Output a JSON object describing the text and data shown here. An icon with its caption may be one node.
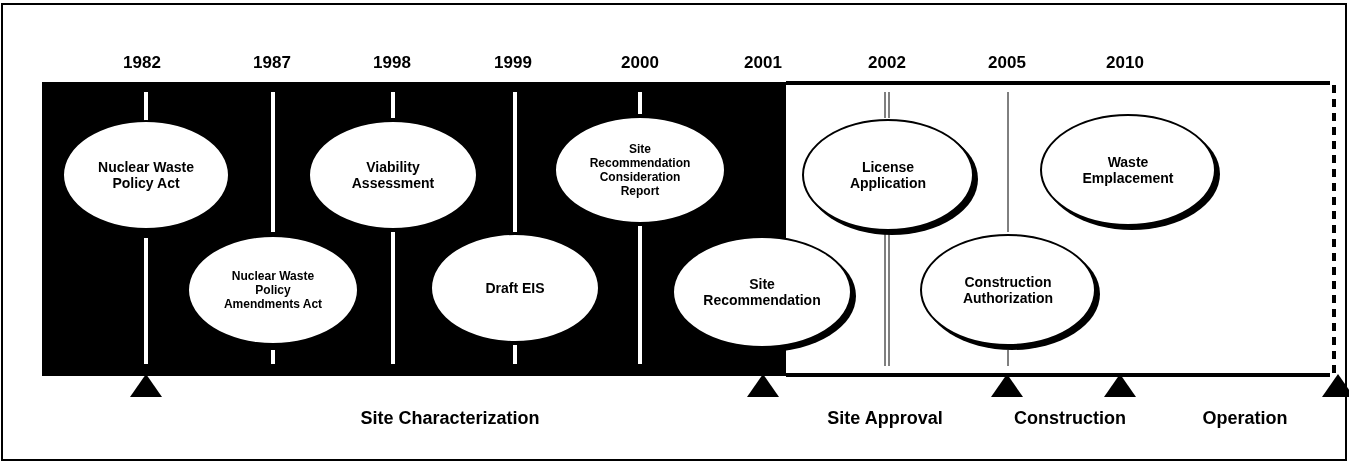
{
  "diagram": {
    "nodes": [
      {
        "text": [
          "Nuclear Waste Policy Act"
        ]
      },
      {
        "text": [
          "Nuclear Waste Policy Amendments Act"
        ]
      },
      {
        "text": [
          "Viability Assessment"
        ]
      },
      {
        "text": [
          "Draft EIS"
        ]
      },
      {
        "text": [
          "Site Recommendation Consideration Report"
        ]
      },
      {
        "text": [
          "Site Recommendation"
        ]
      },
      {
        "text": [
          "License Application"
        ]
      },
      {
        "text": [
          "Construction Authorization"
        ]
      },
      {
        "text": [
          "Waste Emplacement"
        ]
      }
    ],
    "labels": [
      "1982",
      "1987",
      "1998",
      "1999",
      "2000",
      "2001",
      "2002",
      "2005",
      "2010",
      "Site Characterization",
      "Site Approval",
      "Construction",
      "Operation"
    ]
  }
}
